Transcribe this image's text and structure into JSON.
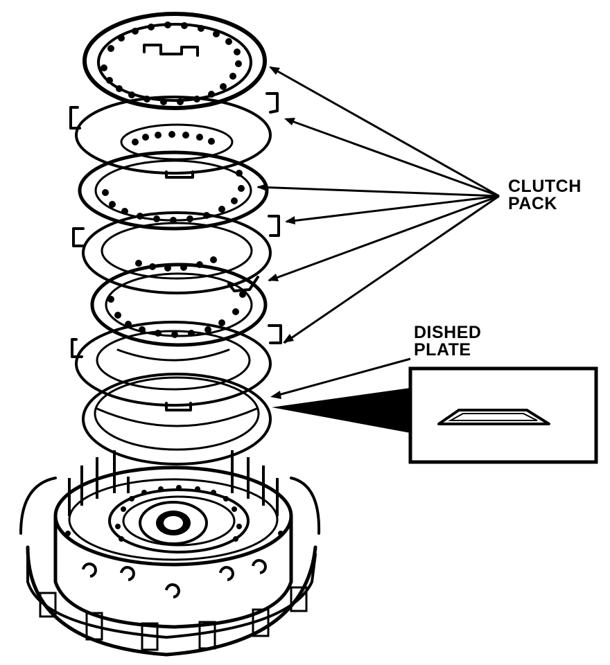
{
  "labels": {
    "clutch_pack": [
      "CLUTCH",
      "PACK"
    ],
    "dished_plate": [
      "DISHED",
      "PLATE"
    ]
  },
  "colors": {
    "ink": "#000000",
    "paper": "#ffffff"
  }
}
